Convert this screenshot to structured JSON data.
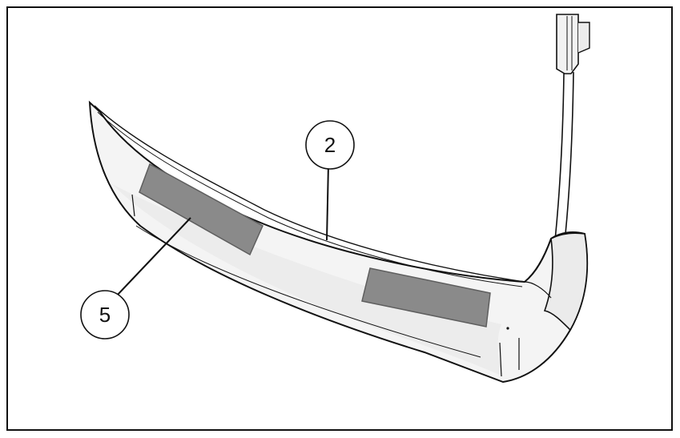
{
  "figure": {
    "callouts": [
      {
        "id": "callout-2",
        "label": "2"
      },
      {
        "id": "callout-5",
        "label": "5"
      }
    ]
  },
  "colors": {
    "background": "#ffffff",
    "outline": "#111111",
    "bumper_fill": "#f4f4f4",
    "bumper_shade": "#e6e6e6",
    "pad_fill": "#8a8a8a",
    "pad_edge": "#5e5e5e"
  }
}
